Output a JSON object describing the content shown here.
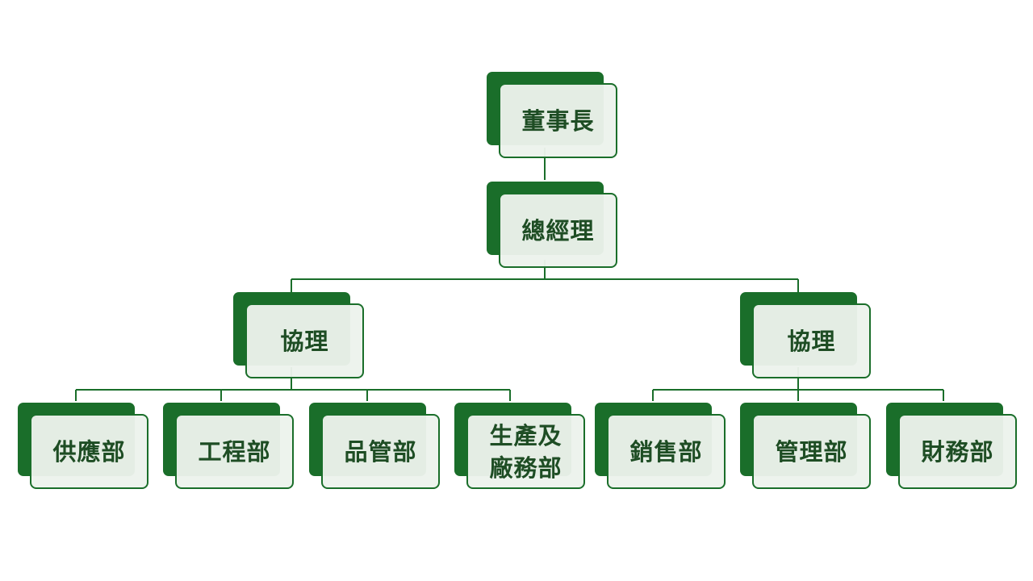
{
  "org_chart": {
    "chairman": {
      "label": "董事長"
    },
    "general_manager": {
      "label": "總經理"
    },
    "assistant_managers": [
      {
        "label": "協理"
      },
      {
        "label": "協理"
      }
    ],
    "departments": [
      {
        "label": "供應部",
        "reports_to": 0
      },
      {
        "label": "工程部",
        "reports_to": 0
      },
      {
        "label": "品管部",
        "reports_to": 0
      },
      {
        "label": "生產及\n廠務部",
        "reports_to": 0
      },
      {
        "label": "銷售部",
        "reports_to": 1
      },
      {
        "label": "管理部",
        "reports_to": 1
      },
      {
        "label": "財務部",
        "reports_to": 1
      }
    ]
  },
  "colors": {
    "primary": "#1a6e2a",
    "card_fill": "#ecf2ec",
    "text": "#1e4d24",
    "line": "#1a6e2a"
  }
}
